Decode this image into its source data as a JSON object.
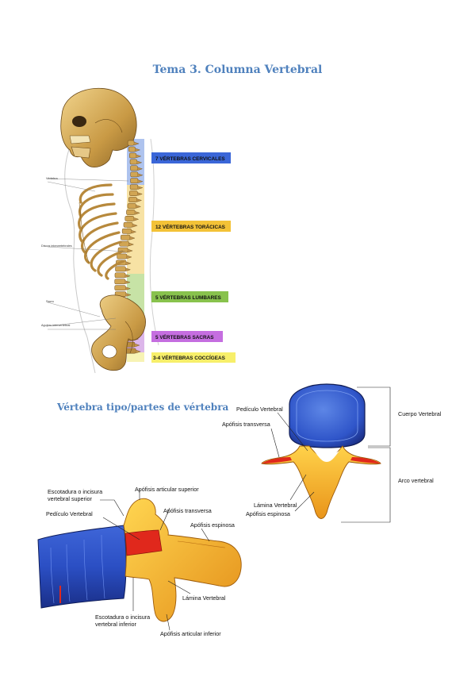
{
  "page": {
    "title": "Tema 3. Columna Vertebral",
    "subtitle": "Vértebra tipo/partes de vértebra"
  },
  "skeleton": {
    "small_labels": [
      "Vértebra",
      "Discos intervertebrales",
      "Sacro",
      "Agujero intervertebral"
    ],
    "regions": [
      {
        "label": "7 VÉRTEBRAS CERVICALES",
        "color": "#3a66d8"
      },
      {
        "label": "12 VÉRTEBRAS TORÁCICAS",
        "color": "#f3c237"
      },
      {
        "label": "5 VÉRTEBRAS LUMBARES",
        "color": "#88c24d"
      },
      {
        "label": "5 VÉRTEBRAS SACRAS",
        "color": "#c56ee0"
      },
      {
        "label": "3-4 VÉRTEBRAS COCCÍGEAS",
        "color": "#f7ef6a"
      }
    ]
  },
  "top_view": {
    "labels": {
      "pediculo": "Pedículo Vertebral",
      "apofisis_transversa": "Apófisis transversa",
      "cuerpo": "Cuerpo Vertebral",
      "arco": "Arco vertebral",
      "lamina": "Lámina Vertebral",
      "apofisis_espinosa": "Apófisis espinosa"
    }
  },
  "side_view": {
    "labels": {
      "escotadura_sup_1": "Escotadura o incisura",
      "escotadura_sup_2": "vertebral superior",
      "articular_sup": "Apófisis articular superior",
      "transversa": "Apófisis transversa",
      "pediculo": "Pedículo Vertebral",
      "espinosa": "Apófisis espinosa",
      "lamina": "Lámina Vertebral",
      "escotadura_inf_1": "Escotadura o incisura",
      "escotadura_inf_2": "vertebral inferior",
      "articular_inf": "Apófisis articular inferior"
    }
  },
  "colors": {
    "title": "#4f81bd",
    "bone": "#d9b25f",
    "vertebra_blue": "#2f55c9",
    "vertebra_orange": "#f0a11c",
    "pedicle_red": "#e0281c"
  }
}
